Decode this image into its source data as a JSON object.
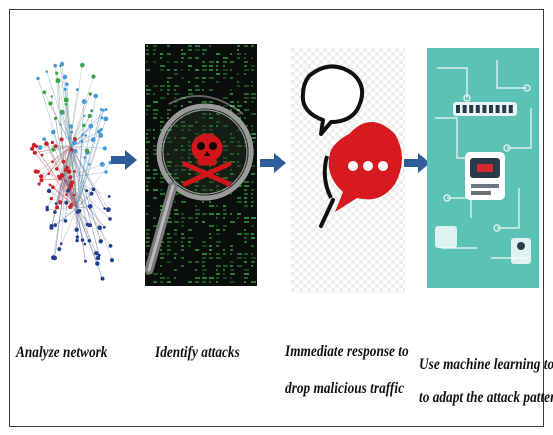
{
  "steps": [
    {
      "id": "analyze",
      "caption_lines": [
        "Analyze network"
      ]
    },
    {
      "id": "identify",
      "caption_lines": [
        "Identify attacks"
      ]
    },
    {
      "id": "respond",
      "caption_lines": [
        "Immediate response to",
        "drop malicious traffic"
      ]
    },
    {
      "id": "adapt",
      "caption_lines": [
        "Use machine learning tools",
        "to adapt the attack pattern"
      ]
    }
  ],
  "colors": {
    "arrow": "#2e5d9a",
    "network_red": "#c8242a",
    "network_blue": "#1f3f8f",
    "network_green": "#3aa24a",
    "network_lightblue": "#4a9ad8",
    "matrix_bg": "#0b0f0b",
    "matrix_green": "#2f8f3a",
    "skull_red": "#d0161b",
    "bubble_red": "#d71920",
    "ml_bg": "#5cc2b5",
    "ml_dark": "#2b3a4a"
  },
  "icons": [
    "network-graph-icon",
    "magnifier-skull-icon",
    "speech-bubbles-icon",
    "ml-circuit-icon"
  ]
}
